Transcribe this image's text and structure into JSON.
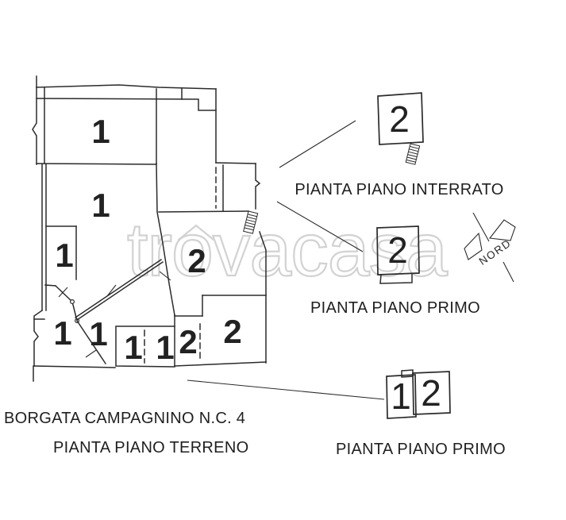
{
  "captions": {
    "interrato": "PIANTA PIANO INTERRATO",
    "primo_middle": "PIANTA PIANO PRIMO",
    "primo_bottom": "PIANTA PIANO PRIMO",
    "address": "BORGATA CAMPAGNINO N.C. 4",
    "terreno": "PIANTA PIANO TERRENO"
  },
  "compass": {
    "label": "NORD"
  },
  "watermark": {
    "text": "trovacasa"
  },
  "main_plan": {
    "rooms": [
      {
        "id": "top",
        "label": "1"
      },
      {
        "id": "middle",
        "label": "1"
      },
      {
        "id": "west-small",
        "label": "1"
      },
      {
        "id": "east-upper",
        "label": "2"
      },
      {
        "id": "south-a",
        "label": "1"
      },
      {
        "id": "south-b",
        "label": "1"
      },
      {
        "id": "south-box-a",
        "label": "1"
      },
      {
        "id": "south-box-b",
        "label": "1"
      },
      {
        "id": "south-c",
        "label": "2"
      },
      {
        "id": "south-east",
        "label": "2"
      }
    ]
  },
  "mini_plans": {
    "interrato": {
      "label": "2"
    },
    "primo_middle": {
      "label": "2"
    },
    "primo_bottom": {
      "left_label": "1",
      "right_label": "2"
    }
  },
  "colors": {
    "ink": "#2b2b2b",
    "watermark": "#d2d2d2",
    "paper": "#ffffff"
  }
}
